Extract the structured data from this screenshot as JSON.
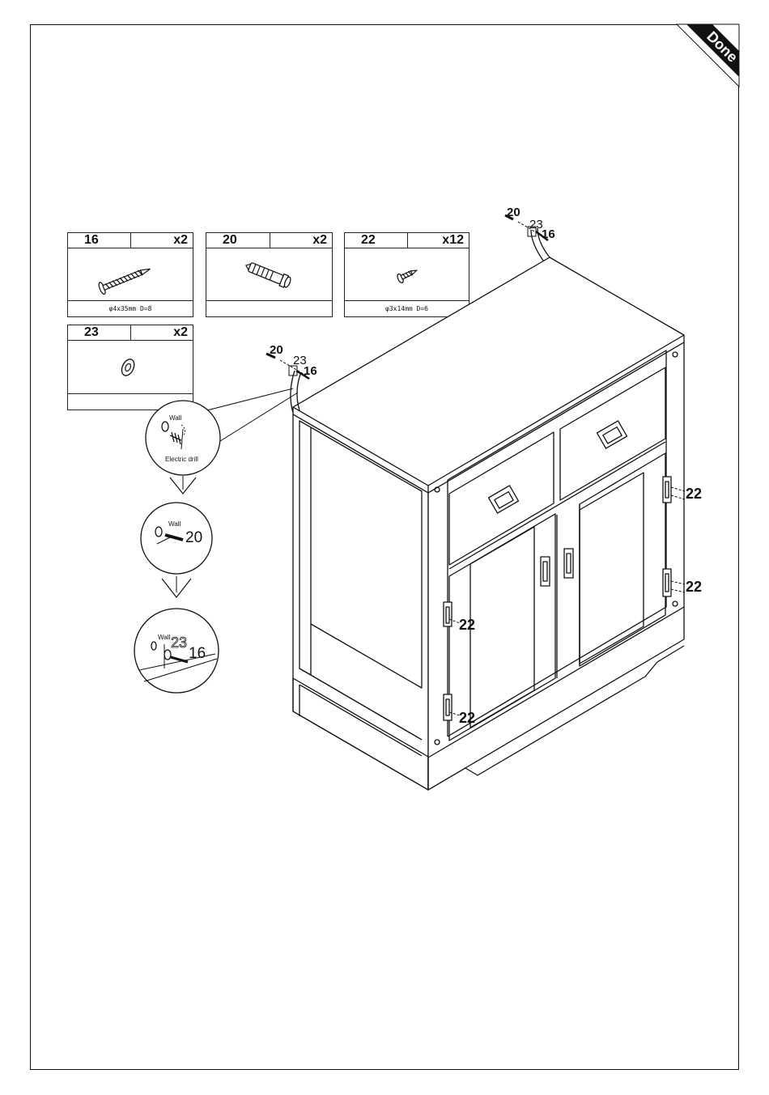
{
  "badge": {
    "label": "Done"
  },
  "parts": [
    {
      "number": "16",
      "qty": "x2",
      "spec": "φ4x35mm D=8",
      "icon": "long-wood-screw-icon"
    },
    {
      "number": "20",
      "qty": "x2",
      "spec": "",
      "icon": "wall-plug-icon"
    },
    {
      "number": "22",
      "qty": "x12",
      "spec": "φ3x14mm D=6",
      "icon": "short-screw-icon"
    },
    {
      "number": "23",
      "qty": "x2",
      "spec": "",
      "icon": "washer-icon"
    }
  ],
  "steps": {
    "step1": {
      "wall": "Wall",
      "tool": "Electric drill"
    },
    "step2": {
      "wall": "Wall",
      "part": "20"
    },
    "step3": {
      "wall": "Wall",
      "washer": "23",
      "screw": "16"
    }
  },
  "callouts": {
    "top_plug": "20",
    "top_washer": "23",
    "top_screw": "16",
    "left_plug": "20",
    "left_washer": "23",
    "left_screw": "16",
    "hinge_right_upper": "22",
    "hinge_right_lower": "22",
    "hinge_left_upper": "22",
    "hinge_left_lower": "22"
  }
}
